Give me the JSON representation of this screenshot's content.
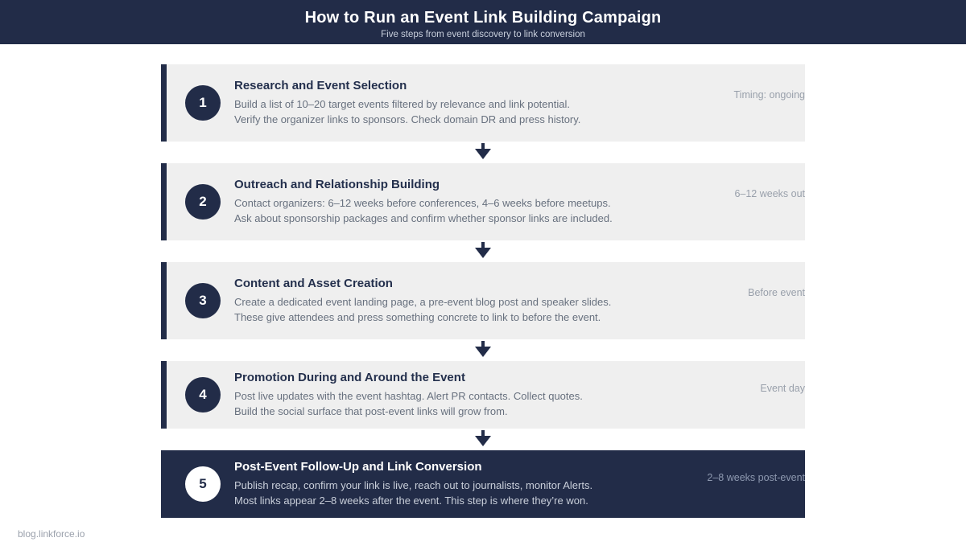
{
  "header": {
    "title": "How to Run an Event Link Building Campaign",
    "subtitle": "Five steps from event discovery to link conversion"
  },
  "steps": [
    {
      "number": "1",
      "title": "Research and Event Selection",
      "line1": "Build a list of 10–20 target events filtered by relevance and link potential.",
      "line2": "Verify the organizer links to sponsors. Check domain DR and press history.",
      "timing": "Timing: ongoing"
    },
    {
      "number": "2",
      "title": "Outreach and Relationship Building",
      "line1": "Contact organizers: 6–12 weeks before conferences, 4–6 weeks before meetups.",
      "line2": "Ask about sponsorship packages and confirm whether sponsor links are included.",
      "timing": "6–12 weeks out"
    },
    {
      "number": "3",
      "title": "Content and Asset Creation",
      "line1": "Create a dedicated event landing page, a pre-event blog post and speaker slides.",
      "line2": "These give attendees and press something concrete to link to before the event.",
      "timing": "Before event"
    },
    {
      "number": "4",
      "title": "Promotion During and Around the Event",
      "line1": "Post live updates with the event hashtag. Alert PR contacts. Collect quotes.",
      "line2": "Build the social surface that post-event links will grow from.",
      "timing": "Event day"
    },
    {
      "number": "5",
      "title": "Post-Event Follow-Up and Link Conversion",
      "line1": "Publish recap, confirm your link is live, reach out to journalists, monitor Alerts.",
      "line2": "Most links appear 2–8 weeks after the event. This step is where they’re won.",
      "timing": "2–8 weeks post-event"
    }
  ],
  "footer": {
    "site_label": "blog.linkforce.io"
  },
  "colors": {
    "navy": "#222c48",
    "card_background": "#efefef",
    "body_text": "#67707e",
    "timing_text": "#99a0ab",
    "dark_card_body_text": "#c9cfda"
  }
}
